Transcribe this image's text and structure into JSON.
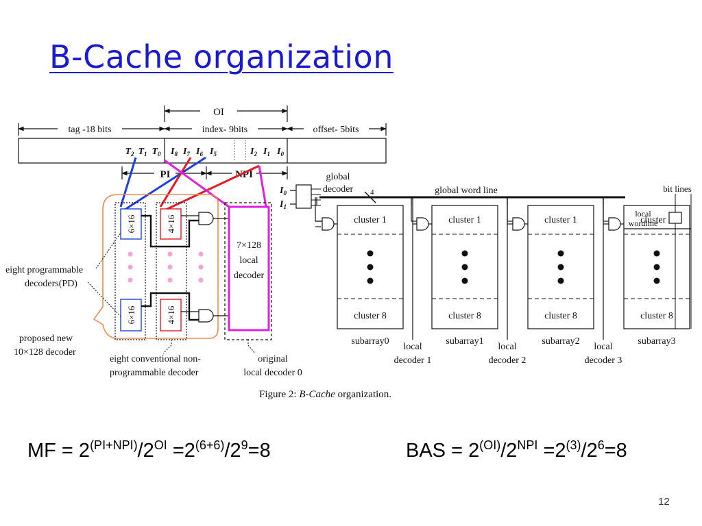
{
  "slide": {
    "title": "B-Cache organization",
    "page_number": "12"
  },
  "figure": {
    "address": {
      "oi": "OI",
      "tag": "tag -18 bits",
      "index": "index- 9bits",
      "offset": "offset- 5bits",
      "pi": "PI",
      "npi": "NPI",
      "bits": [
        {
          "b": "T",
          "s": "2"
        },
        {
          "b": "T",
          "s": "1"
        },
        {
          "b": "T",
          "s": "0"
        },
        {
          "b": "I",
          "s": "8"
        },
        {
          "b": "I",
          "s": "7"
        },
        {
          "b": "I",
          "s": "6"
        },
        {
          "b": "I",
          "s": "5"
        },
        {
          "b": "I",
          "s": "2"
        },
        {
          "b": "I",
          "s": "1"
        },
        {
          "b": "I",
          "s": "0"
        }
      ]
    },
    "decoders": {
      "pd_top": "6×16",
      "pd_bottom": "6×16",
      "npd_top": "4×16",
      "npd_bottom": "4×16",
      "local_decoder": [
        "7×128",
        "local",
        "decoder"
      ]
    },
    "labels": {
      "programmable": [
        "eight programmable",
        "decoders(PD)"
      ],
      "proposed": [
        "proposed new",
        "10×128 decoder"
      ],
      "conventional": [
        "eight conventional non-",
        "programmable decoder"
      ],
      "original": [
        "original",
        "local decoder 0"
      ],
      "global_decoder": [
        "global",
        "decoder"
      ],
      "global_word_line": "global word line",
      "bit_lines": "bit lines",
      "local_wordline": [
        "local",
        "wordline"
      ],
      "i0": {
        "b": "I",
        "s": "0"
      },
      "i1": {
        "b": "I",
        "s": "1"
      },
      "wire_count": "4"
    },
    "subarrays": [
      {
        "top": "cluster 1",
        "bottom": "cluster 8",
        "name": "subarray0",
        "decoder": [
          "local",
          "decoder 1"
        ]
      },
      {
        "top": "cluster 1",
        "bottom": "cluster 8",
        "name": "subarray1",
        "decoder": [
          "local",
          "decoder 2"
        ]
      },
      {
        "top": "cluster 1",
        "bottom": "cluster 8",
        "name": "subarray2",
        "decoder": [
          "local",
          "decoder 3"
        ]
      },
      {
        "top": "cluster 1",
        "bottom": "cluster 8",
        "name": "subarray3",
        "decoder": []
      }
    ],
    "caption": {
      "prefix": "Figure 2: ",
      "name": "B-Cache",
      "suffix": " organization."
    }
  },
  "formulas": {
    "mf": {
      "lhs": "MF = 2",
      "e1": "(PI+NPI)",
      "mid1": "/2",
      "e2": "OI",
      "mid2": " =2",
      "e3": "(6+6)",
      "mid3": "/2",
      "e4": "9",
      "result": "=8"
    },
    "bas": {
      "lhs": "BAS = 2",
      "e1": "(OI)",
      "mid1": "/2",
      "e2": "NPI",
      "mid2": " =2",
      "e3": "(3)",
      "mid3": "/2",
      "e4": "6",
      "result": "=8"
    }
  },
  "colors": {
    "title": "#1a1ad0",
    "blue_wire": "#1c3fe0",
    "red_wire": "#e01b24",
    "magenta": "#e020e0",
    "orange": "#f08a50",
    "pink_dot": "#f4a2d6"
  }
}
